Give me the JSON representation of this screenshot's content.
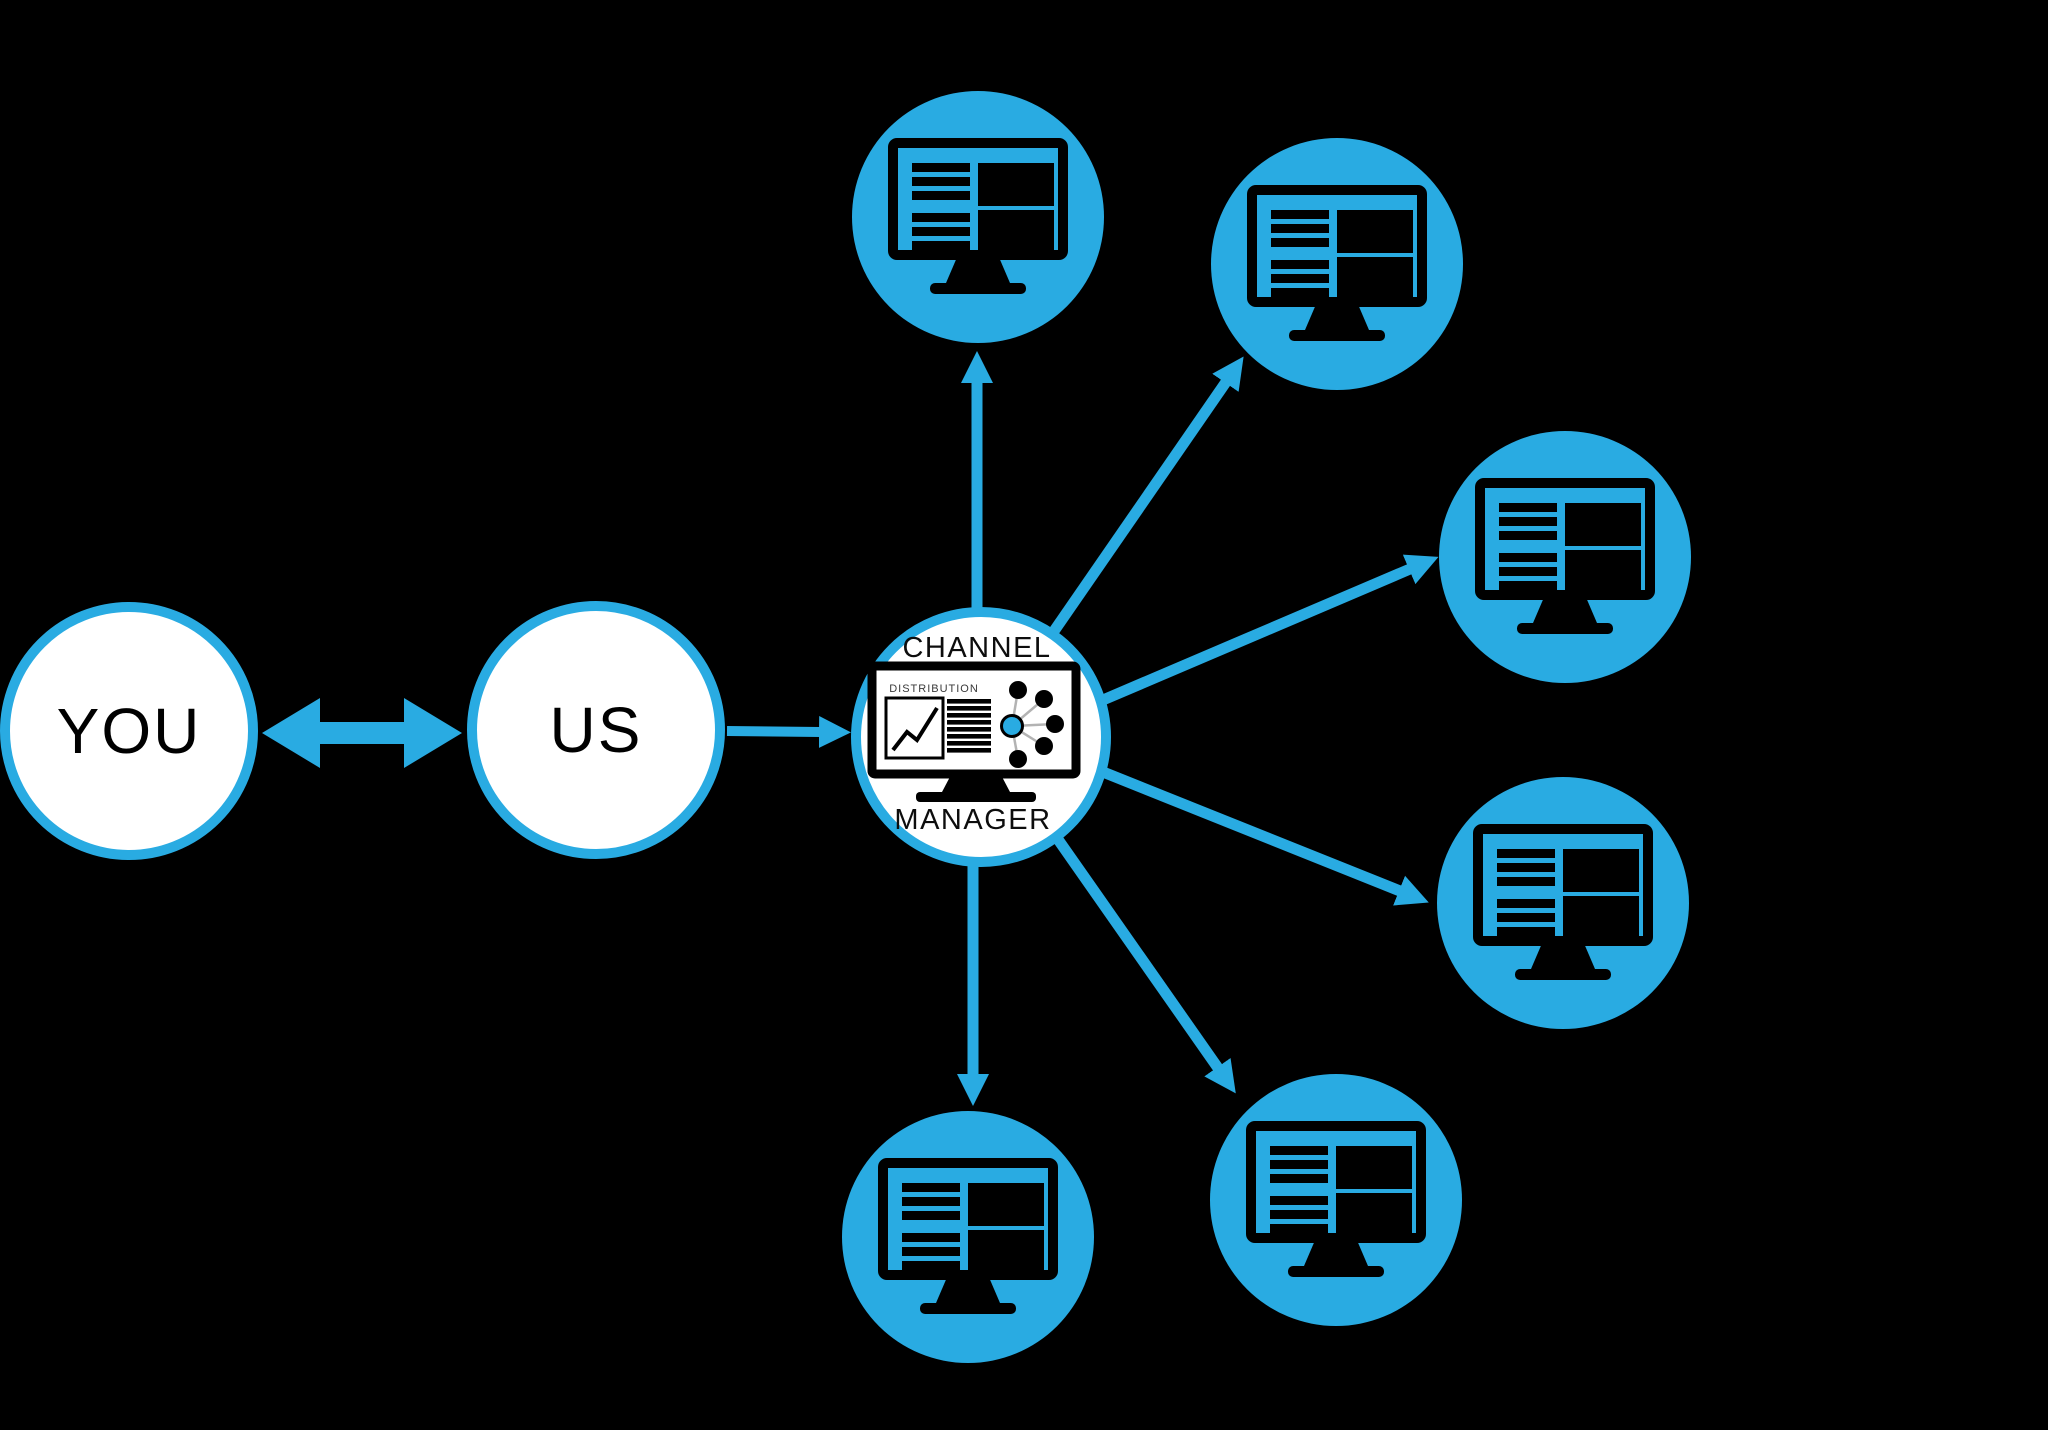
{
  "colors": {
    "background": "#000000",
    "accent": "#29ABE2",
    "node_fill": "#FFFFFF",
    "icon_black": "#000000",
    "network_line": "#B3B3B3"
  },
  "you_node": {
    "label": "YOU"
  },
  "us_node": {
    "label": "US"
  },
  "channel_manager_node": {
    "label_top": "CHANNEL",
    "label_bottom": "MANAGER",
    "monitor_label": "DISTRIBUTION",
    "icon": "distribution-dashboard-monitor-icon"
  },
  "channel_nodes": {
    "count": 6,
    "icon": "monitor-icon"
  },
  "diagram": {
    "type": "hub-and-spoke-flow",
    "edges": [
      {
        "from": "you",
        "to": "us",
        "bidirectional": true
      },
      {
        "from": "us",
        "to": "channel-manager",
        "bidirectional": false
      },
      {
        "from": "channel-manager",
        "to": "channel-top",
        "bidirectional": false
      },
      {
        "from": "channel-manager",
        "to": "channel-top-right",
        "bidirectional": false
      },
      {
        "from": "channel-manager",
        "to": "channel-right-upper",
        "bidirectional": false
      },
      {
        "from": "channel-manager",
        "to": "channel-right-lower",
        "bidirectional": false
      },
      {
        "from": "channel-manager",
        "to": "channel-bottom-right",
        "bidirectional": false
      },
      {
        "from": "channel-manager",
        "to": "channel-bottom",
        "bidirectional": false
      }
    ]
  }
}
